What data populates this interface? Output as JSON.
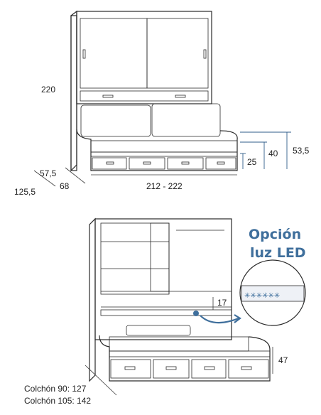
{
  "colors": {
    "ink": "#2a2a2a",
    "led_blue": "#3f6f9c",
    "cushion_fill": "#e9edf3",
    "mattress_fill": "#d7d9de"
  },
  "top_view": {
    "height_label": "220",
    "depth_label_1": "57,5",
    "depth_label_2": "68",
    "depth_label_3": "125,5",
    "width_label": "212 - 222",
    "seat_height_label": "40",
    "arm_height_label": "53,5",
    "base_height_label": "25"
  },
  "bottom_view": {
    "led_title_line1": "Opción",
    "led_title_line2": "luz LED",
    "shelf_gap_label": "17",
    "bed_height_label": "47",
    "mattress_90_label": "Colchón 90: 127",
    "mattress_105_label": "Colchón 105: 142"
  }
}
